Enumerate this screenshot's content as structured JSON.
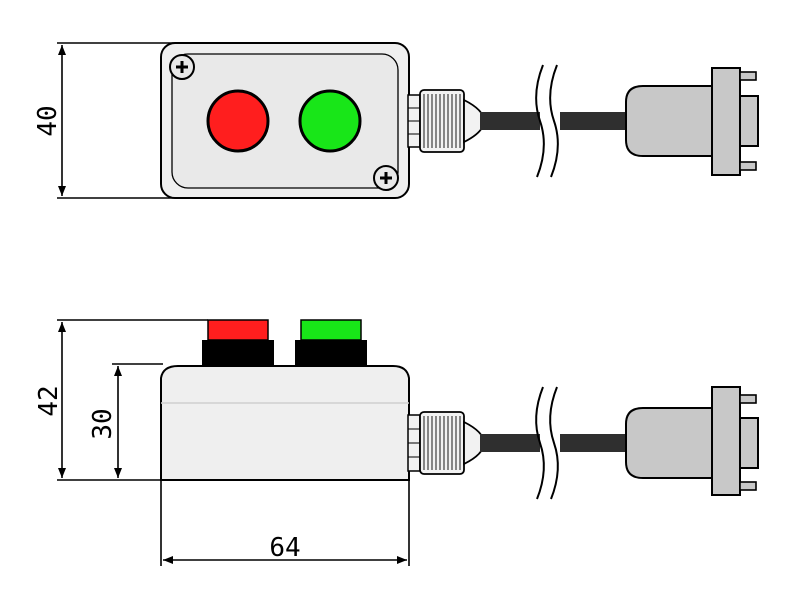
{
  "dimensions": {
    "top_height": "40",
    "side_total_height": "42",
    "side_body_height": "30",
    "width": "64"
  },
  "colors": {
    "button_red": "#ff2020",
    "button_green": "#19e619",
    "housing": "#eeeeee",
    "cable": "#333333",
    "connector": "#c8c8c8"
  },
  "icons": {
    "screw_top_left": "screw-icon",
    "screw_bottom_right": "screw-icon"
  }
}
